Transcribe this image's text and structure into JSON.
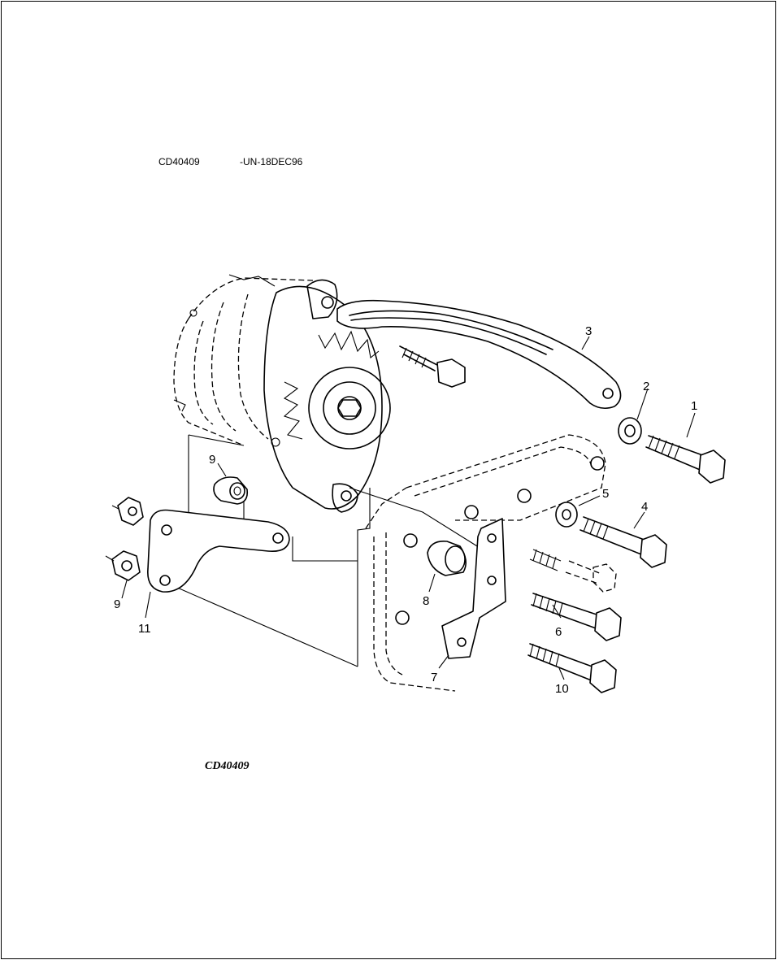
{
  "header": {
    "part_code": "CD40409",
    "stamp": "-UN-18DEC96"
  },
  "caption": "CD40409",
  "callouts": [
    "1",
    "2",
    "3",
    "4",
    "5",
    "6",
    "7",
    "8",
    "9",
    "9",
    "10",
    "11"
  ]
}
